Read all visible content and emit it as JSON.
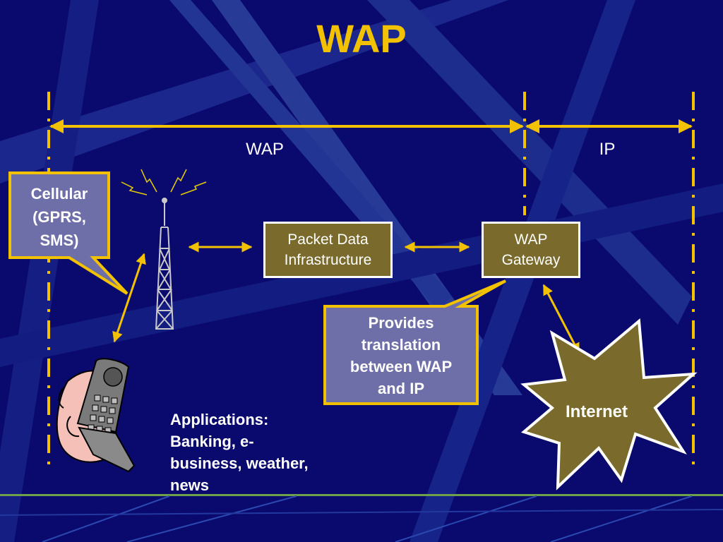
{
  "colors": {
    "background": "#0a0a6e",
    "accent": "#f2c200",
    "box_fill": "#7a6a2c",
    "callout_fill": "#6e6ea8",
    "white": "#ffffff"
  },
  "title": "WAP",
  "segments": {
    "wap_label": "WAP",
    "ip_label": "IP"
  },
  "nodes": {
    "cellular_callout": [
      "Cellular",
      "(GPRS,",
      "SMS)"
    ],
    "packet_data": [
      "Packet Data",
      "Infrastructure"
    ],
    "wap_gateway": [
      "WAP",
      "Gateway"
    ],
    "translation_callout": [
      "Provides",
      "translation",
      "between WAP",
      "and IP"
    ],
    "applications": [
      "Applications:",
      "Banking, e-",
      "business, weather,",
      "news"
    ],
    "internet": "Internet"
  },
  "icons": [
    "cell-tower-icon",
    "mobile-phone-icon",
    "internet-starburst-icon"
  ]
}
